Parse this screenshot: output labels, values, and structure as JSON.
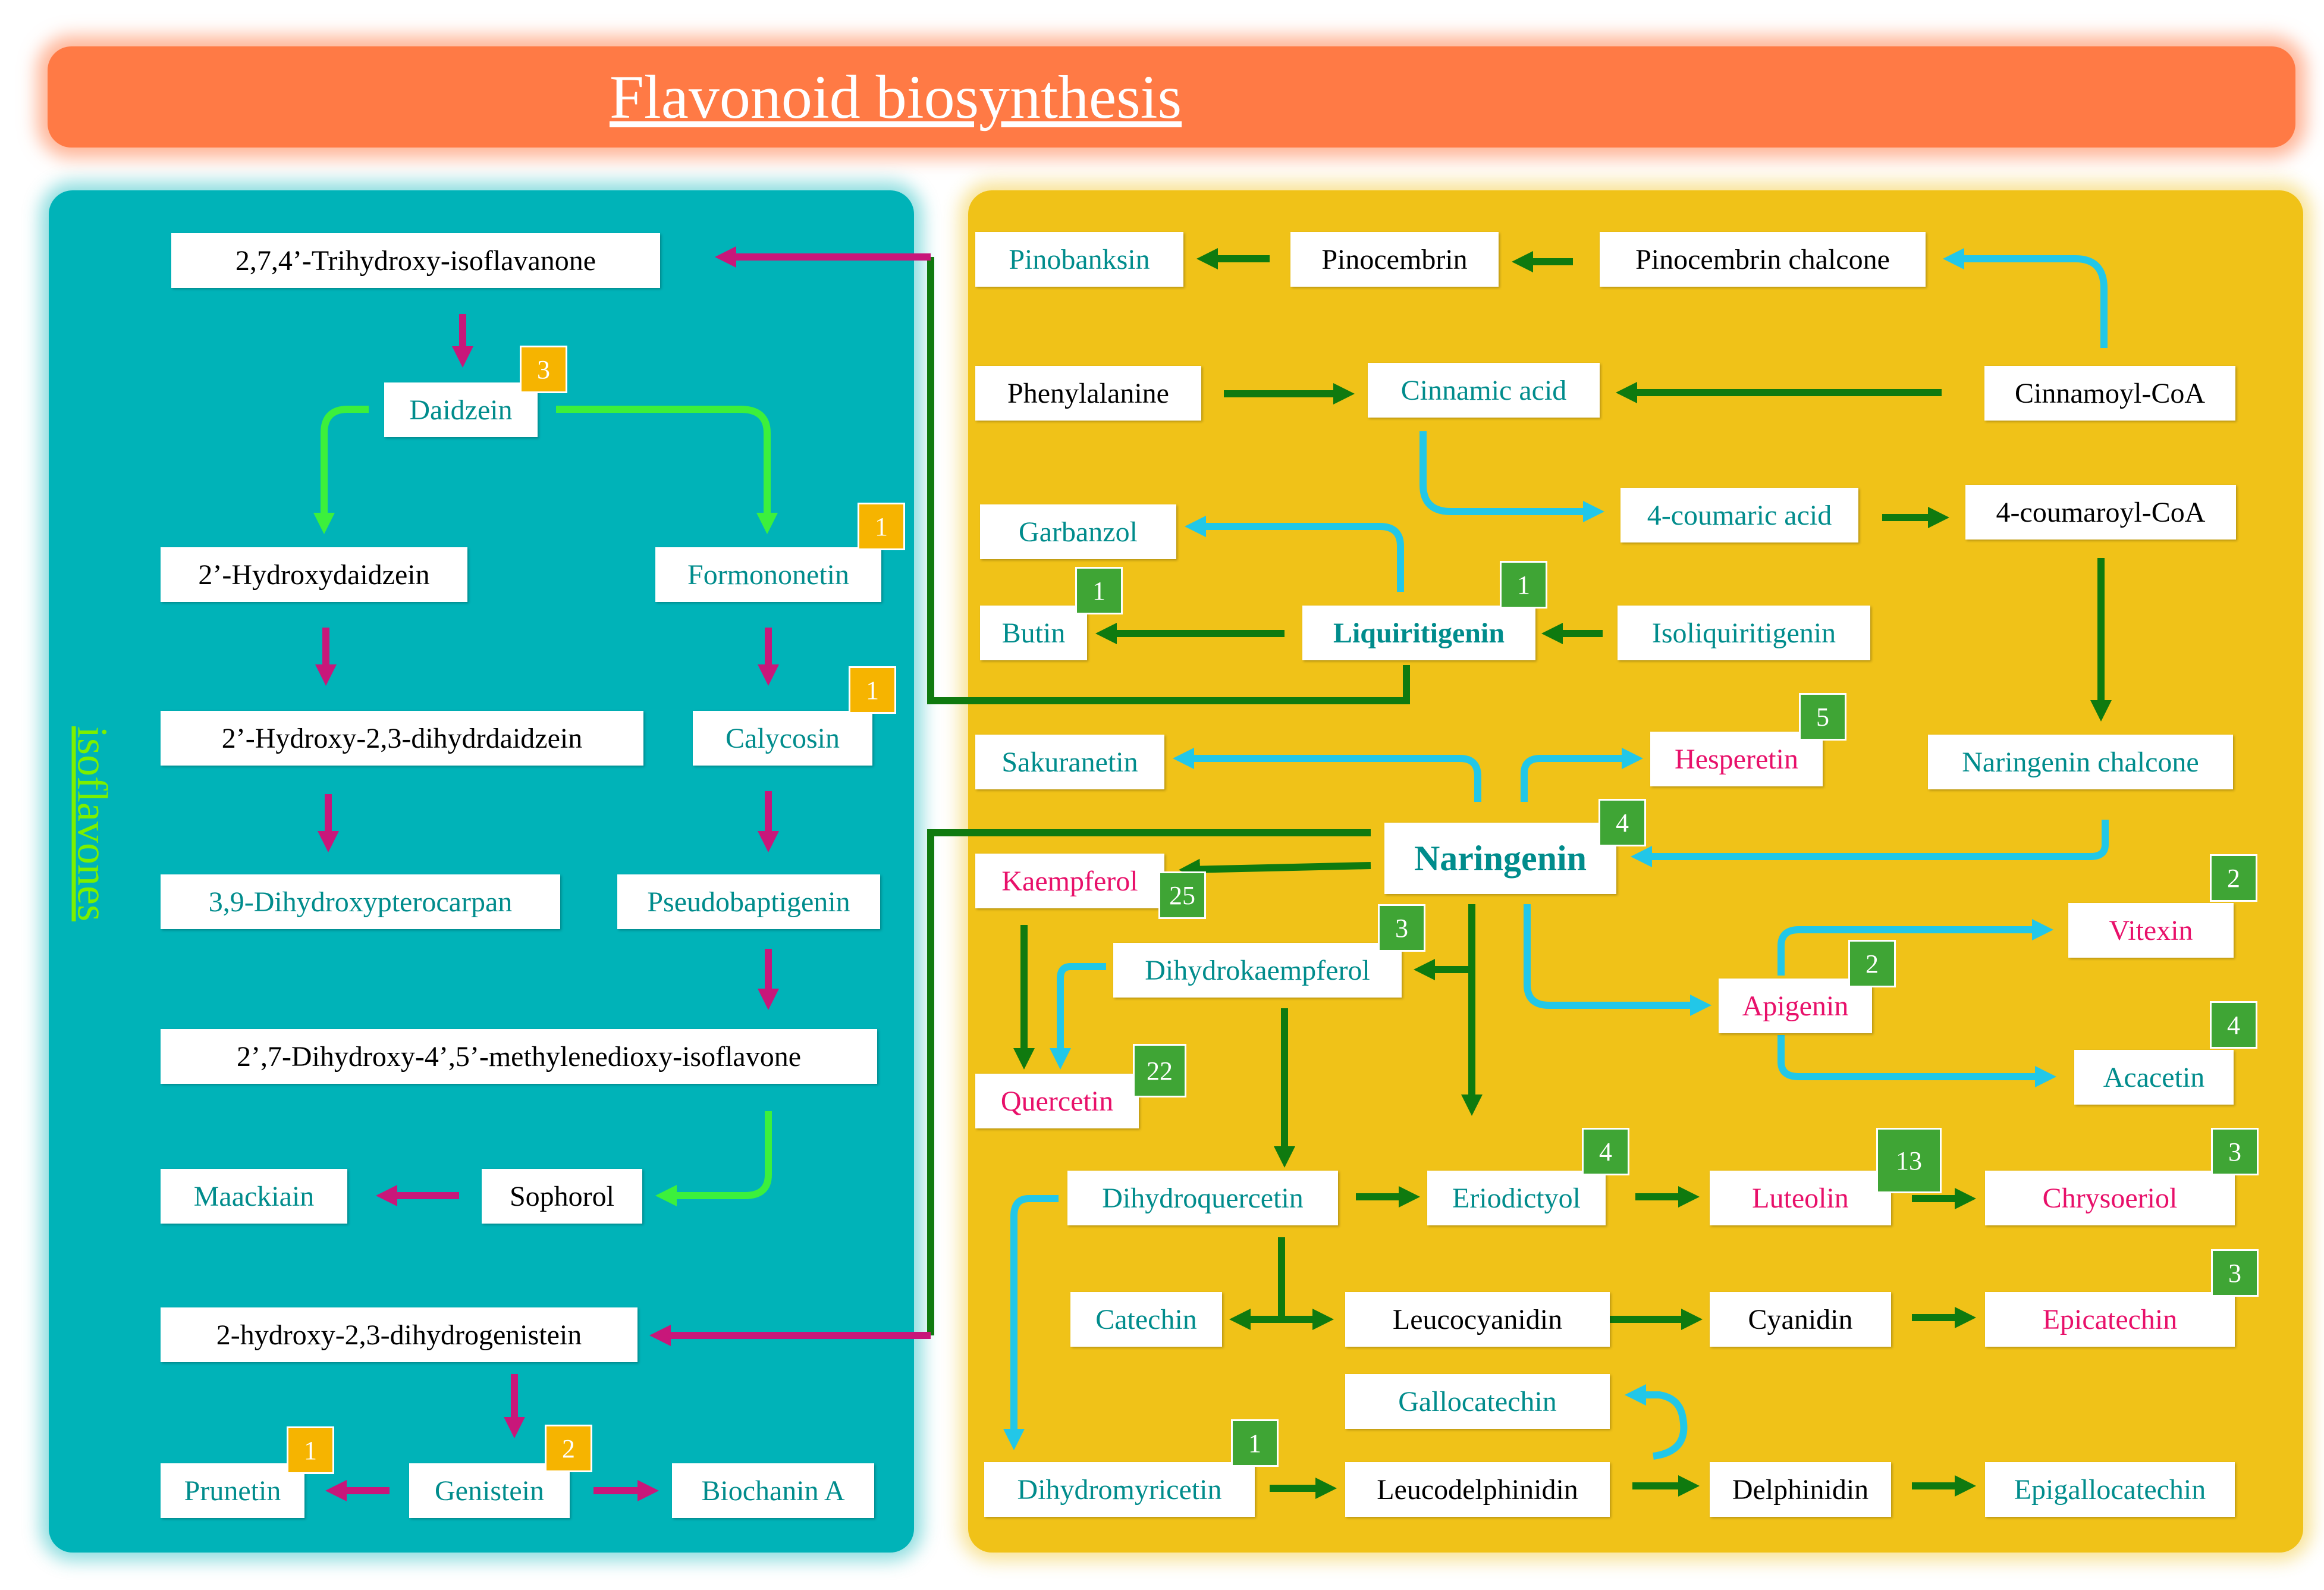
{
  "title": "Flavonoid biosynthesis",
  "side_label": "isoflavones",
  "colors": {
    "title_bar": "#ff7a45",
    "left_panel": "#00b3b8",
    "right_panel": "#f0c218",
    "arrow_green": "#0f7a0f",
    "arrow_light_green": "#3cf03c",
    "arrow_magenta": "#c8177a",
    "arrow_cyan": "#22c7e8",
    "text_teal": "#008c8c",
    "text_pink": "#e8106a",
    "badge_green": "#3fa535",
    "badge_yellow": "#f6b400"
  },
  "nodes": [
    {
      "id": "trihydroxy_isoflavanone",
      "label": "2,7,4’-Trihydroxy-isoflavanone",
      "color": "black"
    },
    {
      "id": "daidzein",
      "label": "Daidzein",
      "color": "teal",
      "badge": {
        "value": "3",
        "color": "yellow"
      }
    },
    {
      "id": "hydroxydaidzein",
      "label": "2’-Hydroxydaidzein",
      "color": "black"
    },
    {
      "id": "formononetin",
      "label": "Formononetin",
      "color": "teal",
      "badge": {
        "value": "1",
        "color": "yellow"
      }
    },
    {
      "id": "hydroxy_dihydrdaidzein",
      "label": "2’-Hydroxy-2,3-dihydrdaidzein",
      "color": "black"
    },
    {
      "id": "calycosin",
      "label": "Calycosin",
      "color": "teal",
      "badge": {
        "value": "1",
        "color": "yellow"
      }
    },
    {
      "id": "dihydroxypterocarpan",
      "label": "3,9-Dihydroxypterocarpan",
      "color": "teal"
    },
    {
      "id": "pseudobaptigenin",
      "label": "Pseudobaptigenin",
      "color": "teal"
    },
    {
      "id": "methylenedioxy_isoflavone",
      "label": "2’,7-Dihydroxy-4’,5’-methylenedioxy-isoflavone",
      "color": "black"
    },
    {
      "id": "maackiain",
      "label": "Maackiain",
      "color": "teal"
    },
    {
      "id": "sophorol",
      "label": "Sophorol",
      "color": "black"
    },
    {
      "id": "hydroxy_dihydrogenistein",
      "label": "2-hydroxy-2,3-dihydrogenistein",
      "color": "black"
    },
    {
      "id": "prunetin",
      "label": "Prunetin",
      "color": "teal",
      "badge": {
        "value": "1",
        "color": "yellow"
      }
    },
    {
      "id": "genistein",
      "label": "Genistein",
      "color": "teal",
      "badge": {
        "value": "2",
        "color": "yellow"
      }
    },
    {
      "id": "biochanin_a",
      "label": "Biochanin A",
      "color": "teal"
    },
    {
      "id": "pinobanksin",
      "label": "Pinobanksin",
      "color": "teal"
    },
    {
      "id": "pinocembrin",
      "label": "Pinocembrin",
      "color": "black"
    },
    {
      "id": "pinocembrin_chalcone",
      "label": "Pinocembrin chalcone",
      "color": "black"
    },
    {
      "id": "phenylalanine",
      "label": "Phenylalanine",
      "color": "black"
    },
    {
      "id": "cinnamic_acid",
      "label": "Cinnamic acid",
      "color": "teal"
    },
    {
      "id": "cinnamoyl_coa",
      "label": "Cinnamoyl-CoA",
      "color": "black"
    },
    {
      "id": "coumaric_acid",
      "label": "4-coumaric acid",
      "color": "teal"
    },
    {
      "id": "coumaroyl_coa",
      "label": "4-coumaroyl-CoA",
      "color": "black"
    },
    {
      "id": "garbanzol",
      "label": "Garbanzol",
      "color": "teal"
    },
    {
      "id": "butin",
      "label": "Butin",
      "color": "teal",
      "badge": {
        "value": "1",
        "color": "green"
      }
    },
    {
      "id": "liquiritigenin",
      "label": "Liquiritigenin",
      "color": "teal",
      "bold": true,
      "badge": {
        "value": "1",
        "color": "green"
      }
    },
    {
      "id": "isoliquiritigenin",
      "label": "Isoliquiritigenin",
      "color": "teal"
    },
    {
      "id": "sakuranetin",
      "label": "Sakuranetin",
      "color": "teal"
    },
    {
      "id": "hesperetin",
      "label": "Hesperetin",
      "color": "pink",
      "badge": {
        "value": "5",
        "color": "green"
      }
    },
    {
      "id": "naringenin_chalcone",
      "label": "Naringenin chalcone",
      "color": "teal"
    },
    {
      "id": "naringenin",
      "label": "Naringenin",
      "color": "teal",
      "big": true,
      "badge": {
        "value": "4",
        "color": "green"
      }
    },
    {
      "id": "kaempferol",
      "label": "Kaempferol",
      "color": "pink",
      "badge": {
        "value": "25",
        "color": "green"
      }
    },
    {
      "id": "dihydrokaempferol",
      "label": "Dihydrokaempferol",
      "color": "teal",
      "badge": {
        "value": "3",
        "color": "green"
      }
    },
    {
      "id": "vitexin",
      "label": "Vitexin",
      "color": "pink",
      "badge": {
        "value": "2",
        "color": "green"
      }
    },
    {
      "id": "apigenin",
      "label": "Apigenin",
      "color": "pink",
      "badge": {
        "value": "2",
        "color": "green"
      }
    },
    {
      "id": "acacetin",
      "label": "Acacetin",
      "color": "teal",
      "badge": {
        "value": "4",
        "color": "green"
      }
    },
    {
      "id": "quercetin",
      "label": "Quercetin",
      "color": "pink",
      "badge": {
        "value": "22",
        "color": "green"
      }
    },
    {
      "id": "dihydroquercetin",
      "label": "Dihydroquercetin",
      "color": "teal"
    },
    {
      "id": "eriodictyol",
      "label": "Eriodictyol",
      "color": "teal",
      "badge": {
        "value": "4",
        "color": "green"
      }
    },
    {
      "id": "luteolin",
      "label": "Luteolin",
      "color": "pink",
      "badge": {
        "value": "13",
        "color": "green"
      }
    },
    {
      "id": "chrysoeriol",
      "label": "Chrysoeriol",
      "color": "pink",
      "badge": {
        "value": "3",
        "color": "green"
      }
    },
    {
      "id": "catechin",
      "label": "Catechin",
      "color": "teal"
    },
    {
      "id": "leucocyanidin",
      "label": "Leucocyanidin",
      "color": "black"
    },
    {
      "id": "cyanidin",
      "label": "Cyanidin",
      "color": "black"
    },
    {
      "id": "epicatechin",
      "label": "Epicatechin",
      "color": "pink",
      "badge": {
        "value": "3",
        "color": "green"
      }
    },
    {
      "id": "gallocatechin",
      "label": "Gallocatechin",
      "color": "teal"
    },
    {
      "id": "dihydromyricetin",
      "label": "Dihydromyricetin",
      "color": "teal",
      "badge": {
        "value": "1",
        "color": "green"
      }
    },
    {
      "id": "leucodelphinidin",
      "label": "Leucodelphinidin",
      "color": "black"
    },
    {
      "id": "delphinidin",
      "label": "Delphinidin",
      "color": "black"
    },
    {
      "id": "epigallocatechin",
      "label": "Epigallocatechin",
      "color": "teal"
    }
  ],
  "edges": [
    {
      "from": "trihydroxy_isoflavanone",
      "to": "daidzein",
      "color": "magenta"
    },
    {
      "from": "daidzein",
      "to": "hydroxydaidzein",
      "color": "light_green"
    },
    {
      "from": "daidzein",
      "to": "formononetin",
      "color": "light_green"
    },
    {
      "from": "hydroxydaidzein",
      "to": "hydroxy_dihydrdaidzein",
      "color": "magenta"
    },
    {
      "from": "hydroxy_dihydrdaidzein",
      "to": "dihydroxypterocarpan",
      "color": "magenta"
    },
    {
      "from": "formononetin",
      "to": "calycosin",
      "color": "magenta"
    },
    {
      "from": "calycosin",
      "to": "pseudobaptigenin",
      "color": "magenta"
    },
    {
      "from": "pseudobaptigenin",
      "to": "methylenedioxy_isoflavone",
      "color": "magenta"
    },
    {
      "from": "methylenedioxy_isoflavone",
      "to": "sophorol",
      "color": "light_green"
    },
    {
      "from": "sophorol",
      "to": "maackiain",
      "color": "magenta"
    },
    {
      "from": "hydroxy_dihydrogenistein",
      "to": "genistein",
      "color": "magenta"
    },
    {
      "from": "genistein",
      "to": "prunetin",
      "color": "magenta"
    },
    {
      "from": "genistein",
      "to": "biochanin_a",
      "color": "magenta"
    },
    {
      "from": "liquiritigenin",
      "to": "trihydroxy_isoflavanone",
      "color": "green_magenta"
    },
    {
      "from": "naringenin",
      "to": "hydroxy_dihydrogenistein",
      "color": "green_magenta"
    },
    {
      "from": "cinnamoyl_coa",
      "to": "pinocembrin_chalcone",
      "color": "cyan"
    },
    {
      "from": "pinocembrin_chalcone",
      "to": "pinocembrin",
      "color": "green"
    },
    {
      "from": "pinocembrin",
      "to": "pinobanksin",
      "color": "green"
    },
    {
      "from": "phenylalanine",
      "to": "cinnamic_acid",
      "color": "green"
    },
    {
      "from": "cinnamoyl_coa",
      "to": "cinnamic_acid",
      "color": "green"
    },
    {
      "from": "cinnamic_acid",
      "to": "coumaric_acid",
      "color": "cyan"
    },
    {
      "from": "coumaric_acid",
      "to": "coumaroyl_coa",
      "color": "green"
    },
    {
      "from": "coumaroyl_coa",
      "to": "naringenin_chalcone",
      "color": "green"
    },
    {
      "from": "isoliquiritigenin",
      "to": "liquiritigenin",
      "color": "green"
    },
    {
      "from": "liquiritigenin",
      "to": "butin",
      "color": "green"
    },
    {
      "from": "liquiritigenin",
      "to": "garbanzol",
      "color": "cyan"
    },
    {
      "from": "naringenin_chalcone",
      "to": "naringenin",
      "color": "cyan"
    },
    {
      "from": "naringenin",
      "to": "sakuranetin",
      "color": "cyan"
    },
    {
      "from": "naringenin",
      "to": "hesperetin",
      "color": "cyan"
    },
    {
      "from": "naringenin",
      "to": "kaempferol",
      "color": "green"
    },
    {
      "from": "naringenin",
      "to": "dihydrokaempferol",
      "color": "green"
    },
    {
      "from": "naringenin",
      "to": "eriodictyol",
      "color": "green"
    },
    {
      "from": "naringenin",
      "to": "apigenin",
      "color": "cyan"
    },
    {
      "from": "apigenin",
      "to": "vitexin",
      "color": "cyan"
    },
    {
      "from": "apigenin",
      "to": "acacetin",
      "color": "cyan"
    },
    {
      "from": "kaempferol",
      "to": "quercetin",
      "color": "green"
    },
    {
      "from": "dihydrokaempferol",
      "to": "quercetin",
      "color": "cyan"
    },
    {
      "from": "dihydrokaempferol",
      "to": "dihydroquercetin",
      "color": "green"
    },
    {
      "from": "dihydroquercetin",
      "to": "eriodictyol",
      "color": "green"
    },
    {
      "from": "eriodictyol",
      "to": "luteolin",
      "color": "green"
    },
    {
      "from": "luteolin",
      "to": "chrysoeriol",
      "color": "green"
    },
    {
      "from": "dihydroquercetin",
      "to": "catechin",
      "color": "green"
    },
    {
      "from": "dihydroquercetin",
      "to": "leucocyanidin",
      "color": "green"
    },
    {
      "from": "leucocyanidin",
      "to": "cyanidin",
      "color": "green"
    },
    {
      "from": "cyanidin",
      "to": "epicatechin",
      "color": "green"
    },
    {
      "from": "dihydroquercetin",
      "to": "dihydromyricetin",
      "color": "cyan"
    },
    {
      "from": "dihydromyricetin",
      "to": "leucodelphinidin",
      "color": "green"
    },
    {
      "from": "leucodelphinidin",
      "to": "delphinidin",
      "color": "green"
    },
    {
      "from": "leucodelphinidin",
      "to": "gallocatechin",
      "color": "cyan"
    },
    {
      "from": "delphinidin",
      "to": "epigallocatechin",
      "color": "green"
    }
  ]
}
